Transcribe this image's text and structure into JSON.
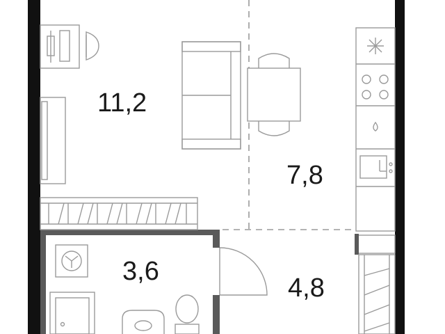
{
  "rooms": [
    {
      "id": "living",
      "area": "11,2"
    },
    {
      "id": "kitchen",
      "area": "7,8"
    },
    {
      "id": "bathroom",
      "area": "3,6"
    },
    {
      "id": "hallway",
      "area": "4,8"
    }
  ],
  "colors": {
    "wall": "#111111",
    "furniture": "#9a9a9a",
    "background": "#ffffff"
  }
}
